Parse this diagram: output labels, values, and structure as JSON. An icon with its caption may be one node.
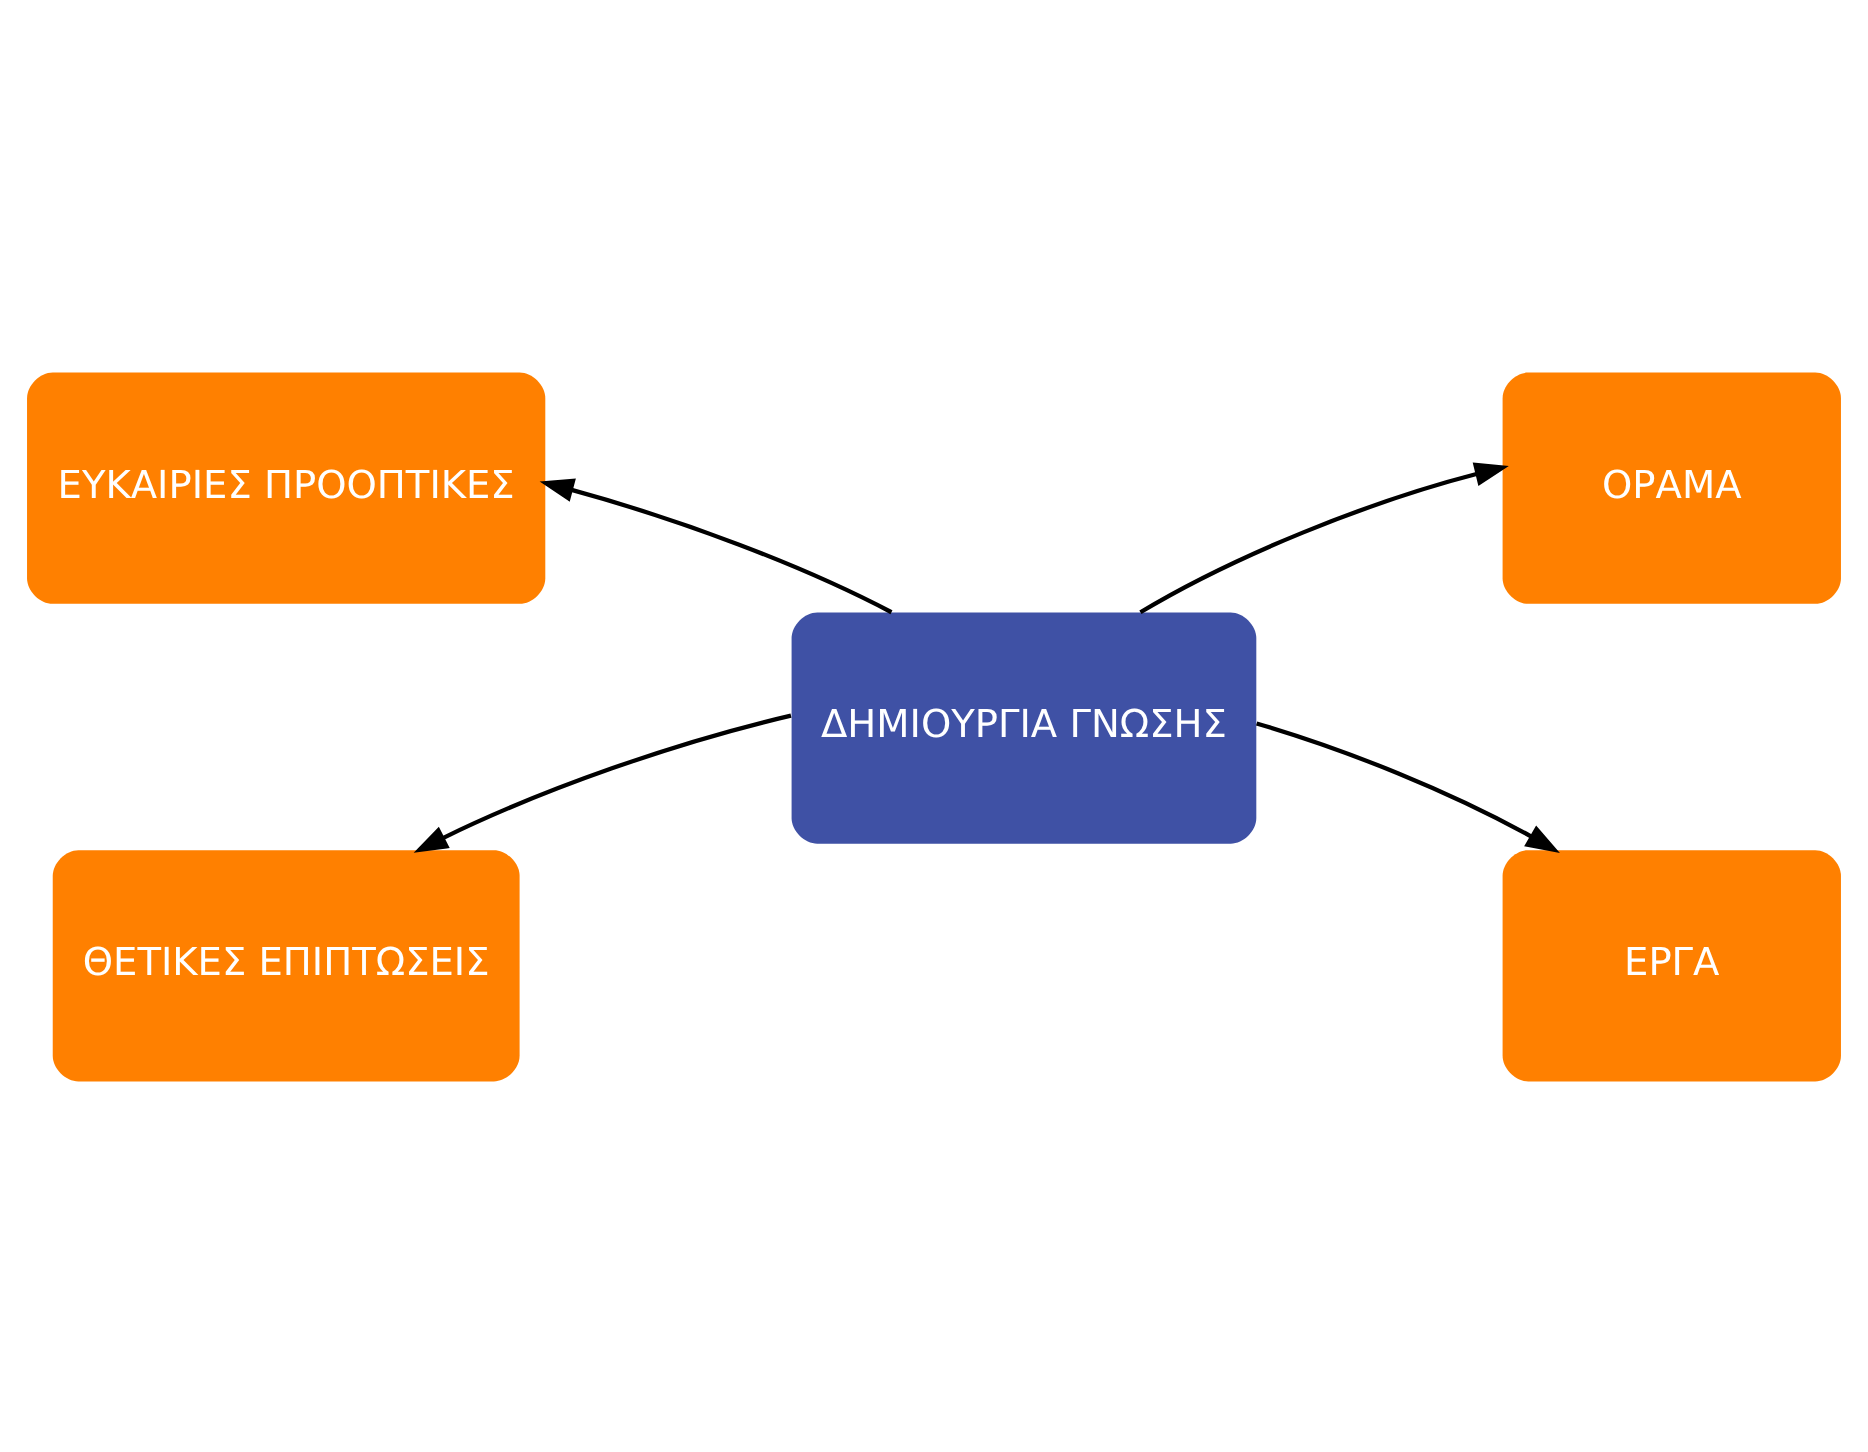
{
  "diagram": {
    "nodes": [
      {
        "text": [
          "ΕΥΚΑΙΡΙΕΣ ΠΡΟΟΠΤΙΚΕΣ"
        ]
      },
      {
        "text": [
          "ΟΡΑΜΑ"
        ]
      },
      {
        "text": [
          "ΔΗΜΙΟΥΡΓΙΑ ΓΝΩΣΗΣ"
        ]
      },
      {
        "text": [
          "ΘΕΤΙΚΕΣ ΕΠΙΠΤΩΣΕΙΣ"
        ]
      },
      {
        "text": [
          "ΕΡΓΑ"
        ]
      }
    ],
    "edges": [
      {
        "from": 2,
        "to": 0,
        "arrow": "to"
      },
      {
        "from": 2,
        "to": 1,
        "arrow": "to"
      },
      {
        "from": 2,
        "to": 3,
        "arrow": "to"
      },
      {
        "from": 2,
        "to": 4,
        "arrow": "to"
      }
    ]
  }
}
